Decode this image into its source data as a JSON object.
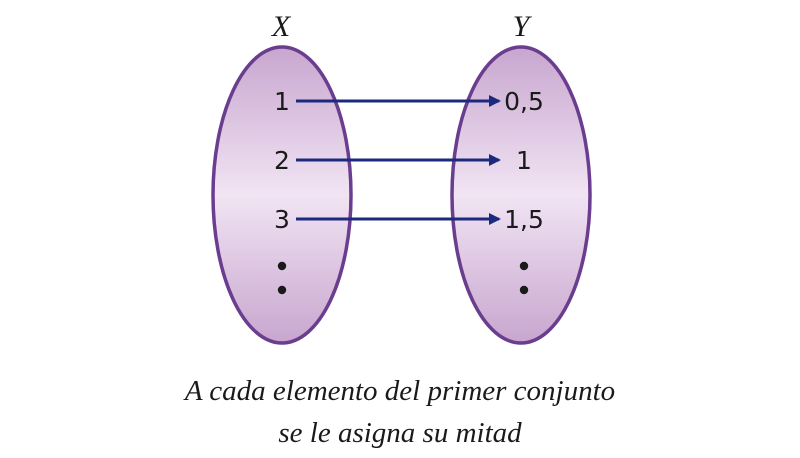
{
  "diagram": {
    "domain_label": "X",
    "codomain_label": "Y",
    "domain_elements": [
      "1",
      "2",
      "3"
    ],
    "codomain_elements": [
      "0,5",
      "1",
      "1,5"
    ],
    "mapping": [
      {
        "from": "1",
        "to": "0,5"
      },
      {
        "from": "2",
        "to": "1"
      },
      {
        "from": "3",
        "to": "1,5"
      }
    ],
    "continues": true,
    "colors": {
      "set_fill_light": "#f1e4f3",
      "set_fill_dark": "#c8a6cf",
      "set_border": "#6b3d8f",
      "arrow": "#1c2a7e",
      "text": "#1a1a1a"
    }
  },
  "caption": {
    "line1": "A cada elemento del primer conjunto",
    "line2": "se le asigna su mitad"
  }
}
